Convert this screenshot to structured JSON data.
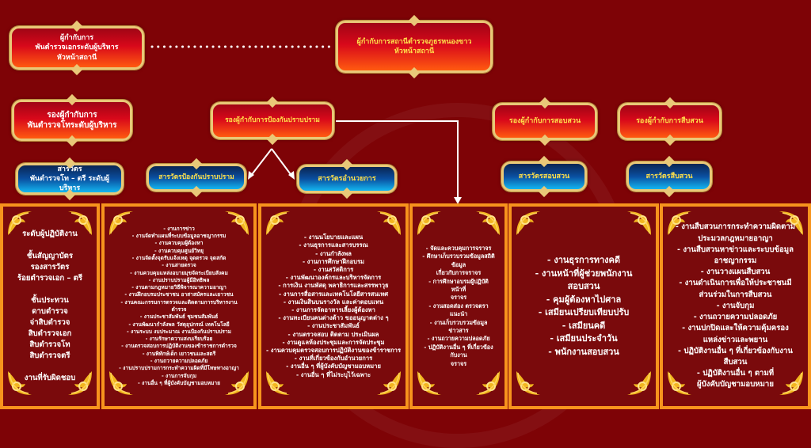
{
  "colors": {
    "background": "#7e0306",
    "panel_border": "#f7941d",
    "gold": "#e9c878",
    "yellow_text": "#ffe04a"
  },
  "boxes": {
    "superintendent_exec": [
      "ผู้กำกับการ",
      "พันตำรวจเอกระดับผู้บริหาร",
      "หัวหน้าสถานี"
    ],
    "superintendent_station": [
      "ผู้กำกับการสถานีตำรวจภูธรหนองขาว",
      "หัวหน้าสถานี"
    ],
    "deputy_exec": [
      "รองผู้กำกับการ",
      "พันตำรวจโทระดับผู้บริหาร"
    ],
    "deputy_prevention": "รองผู้กำกับการป้องกันปราบปราม",
    "deputy_investigation": "รองผู้กำกับการสอบสวน",
    "deputy_inquiry": "รองผู้กำกับการสืบสวน",
    "inspector_exec": [
      "สารวัตร",
      "พันตำรวจโท – ตรี ระดับผู้บริหาร"
    ],
    "inspector_prevention": "สารวัตรป้องกันปราบปราม",
    "inspector_admin": "สารวัตรอำนวยการ",
    "inspector_investigation": "สารวัตรสอบสวน",
    "inspector_inquiry": "สารวัตรสืบสวน"
  },
  "panels": [
    {
      "id": "operational-levels",
      "lines": [
        "ระดับผู้ปฏิบัติงาน",
        "",
        "ชั้นสัญญาบัตร",
        "รองสารวัตร",
        "ร้อยตำรวจเอก – ตรี",
        "",
        "ชั้นประทวน",
        "ดาบตำรวจ",
        "จ่าสิบตำรวจ",
        "สิบตำรวจเอก",
        "สิบตำรวจโท",
        "สิบตำรวจตรี",
        "",
        "งานที่รับผิดชอบ"
      ]
    },
    {
      "id": "prevention-duties",
      "lines": [
        "- งานการข่าว",
        "- งานจัดทำแผนที่ระบบข้อมูลอาชญากรรม",
        "- งานควบคุมผู้ต้องหา",
        "- งานควบคุมศูนย์วิทยุ",
        "- งานจัดตั้งจุดรับแจ้งเหตุ จุดตรวจ จุดสกัด",
        "- งานสายตรวจ",
        "- งานควบคุมแหล่งอบายมุขจัดระเบียบสังคม",
        "- งานปราบปรามผู้มีอิทธิพล",
        "- งานตามกฎหมายวิธีพิจารณาความอาญา",
        "- งานฝึกอบรมประชาชน อาสาสมัครและเยาวชน",
        "- งานคณะกรรมการตรวจและติดตามการบริหารงาน",
        "ตำรวจ",
        "- งานประชาสัมพันธ์ ชุมชนสัมพันธ์",
        "- งานพัฒนากำลังพล วัสดุอุปกรณ์ เทคโนโลยี",
        "- งานระบบ งบประมาณ งานป้องกันปราบปราม",
        "- งานรักษาความสงบเรียบร้อย",
        "- งานตรวจสอบการปฏิบัติงานของข้าราชการตำรวจ",
        "- งานพิทักษ์เด็ก เยาวชนและสตรี",
        "- งานถวายความปลอดภัย",
        "- งานปราบปรามการกระทำความผิดที่มีโทษทางอาญา",
        "- งานการจับกุม",
        "- งานอื่น ๆ ที่ผู้บังคับบัญชามอบหมาย"
      ]
    },
    {
      "id": "admin-duties",
      "lines": [
        "- งานนโยบายและแผน",
        "- งานธุรการและสารบรรณ",
        "- งานกำลังพล",
        "- งานการศึกษาฝึกอบรม",
        "- งานสวัสดิการ",
        "- งานพัฒนาองค์กรและบริหารจัดการ",
        "- การเงิน งานพัสดุ พลาธิการและสรรพาวุธ",
        "- งานการสื่อสารและเทคโนโลยีสารสนเทศ",
        "- งานเงินสินบนรางวัล และค่าตอบแทน",
        "- งานการจัดอาหารเลี้ยงผู้ต้องหา",
        "- งานทะเบียนคนต่างด้าว ขออนุญาตต่าง ๆ",
        "- งานประชาสัมพันธ์",
        "- งานตรวจสอบ ติดตาม ประเมินผล",
        "- งานดูแลห้องประชุมและการจัดประชุม",
        "- งานควบคุมตรวจสอบการปฏิบัติงานของข้าราชการ",
        "- งานที่เกี่ยวข้องกับอำนวยการ",
        "- งานอื่น ๆ ที่ผู้บังคับบัญชามอบหมาย",
        "- งานอื่น ๆ ที่ไม่ระบุไว้เฉพาะ"
      ]
    },
    {
      "id": "traffic-duties",
      "lines": [
        "- จัดและควบคุมการจราจร",
        "- ศึกษาเก็บรวบรวมข้อมูลสถิติ",
        "ข้อมูล",
        "เกี่ยวกับการจราจร",
        "- การศึกษาอบรมผู้ปฏิบัติ",
        "หน้าที่",
        "จราจร",
        "- งานสอดส่อง ตรวจตรา",
        "แนะนำ",
        "- งานเก็บรวบรวมข้อมูล",
        "ข่าวสาร",
        "- งานถวายความปลอดภัย",
        "- ปฏิบัติงานอื่น ๆ ที่เกี่ยวข้อง",
        "กับงาน",
        "จราจร"
      ]
    },
    {
      "id": "investigation-duties",
      "lines": [
        "- งานธุรการทางคดี",
        "- งานหน้าที่ผู้ช่วยพนักงาน",
        "สอบสวน",
        "- คุมผู้ต้องหาไปศาล",
        "- เสมียนเปรียบเทียบปรับ",
        "- เสมียนคดี",
        "- เสมียนประจำวัน",
        "- พนักงานสอบสวน"
      ]
    },
    {
      "id": "inquiry-duties",
      "lines": [
        "- งานสืบสวนการกระทำความผิดตาม",
        "ประมวลกฎหมายอาญา",
        "- งานสืบสวนหาข่าวและระบบข้อมูล",
        "อาชญากรรม",
        "- งานวางแผนสืบสวน",
        "- งานดำเนินการเพื่อให้ประชาชนมี",
        "ส่วนร่วมในการสืบสวน",
        "- งานจับกุม",
        "- งานถวายความปลอดภัย",
        "- งานปกปิดและให้ความคุ้มครอง",
        "แหล่งข่าวและพยาน",
        "- ปฏิบัติงานอื่น ๆ ที่เกี่ยวข้องกับงาน",
        "สืบสวน",
        "- ปฏิบัติงานอื่น ๆ ตามที่",
        "ผู้บังคับบัญชามอบหมาย"
      ]
    }
  ]
}
